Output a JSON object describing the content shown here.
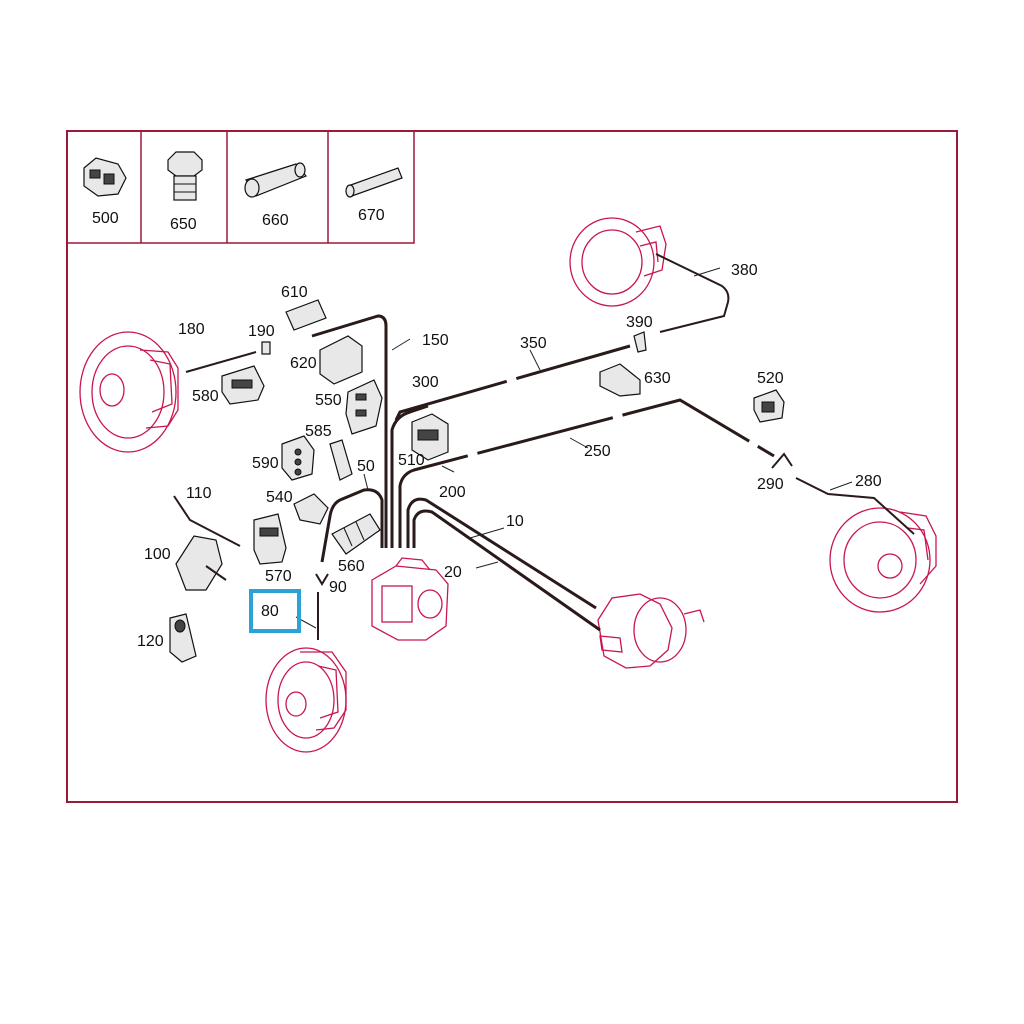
{
  "colors": {
    "frame": "#9a1a3a",
    "outline_red": "#c8174e",
    "pipe": "#2a1a1a",
    "highlight": "#2aa3d6"
  },
  "legend": [
    {
      "label": "500",
      "icon": "connector-icon"
    },
    {
      "label": "650",
      "icon": "bolt-icon"
    },
    {
      "label": "660",
      "icon": "nut-sleeve-icon"
    },
    {
      "label": "670",
      "icon": "pin-icon"
    }
  ],
  "parts": {
    "p10": "10",
    "p20": "20",
    "p50": "50",
    "p80": "80",
    "p90": "90",
    "p100": "100",
    "p110": "110",
    "p120": "120",
    "p150": "150",
    "p180": "180",
    "p190": "190",
    "p200": "200",
    "p250": "250",
    "p280": "280",
    "p290": "290",
    "p300": "300",
    "p350": "350",
    "p380": "380",
    "p390": "390",
    "p510": "510",
    "p520": "520",
    "p540": "540",
    "p550": "550",
    "p560": "560",
    "p570": "570",
    "p580": "580",
    "p585": "585",
    "p590": "590",
    "p610": "610",
    "p620": "620",
    "p630": "630"
  },
  "highlighted_part": "80"
}
